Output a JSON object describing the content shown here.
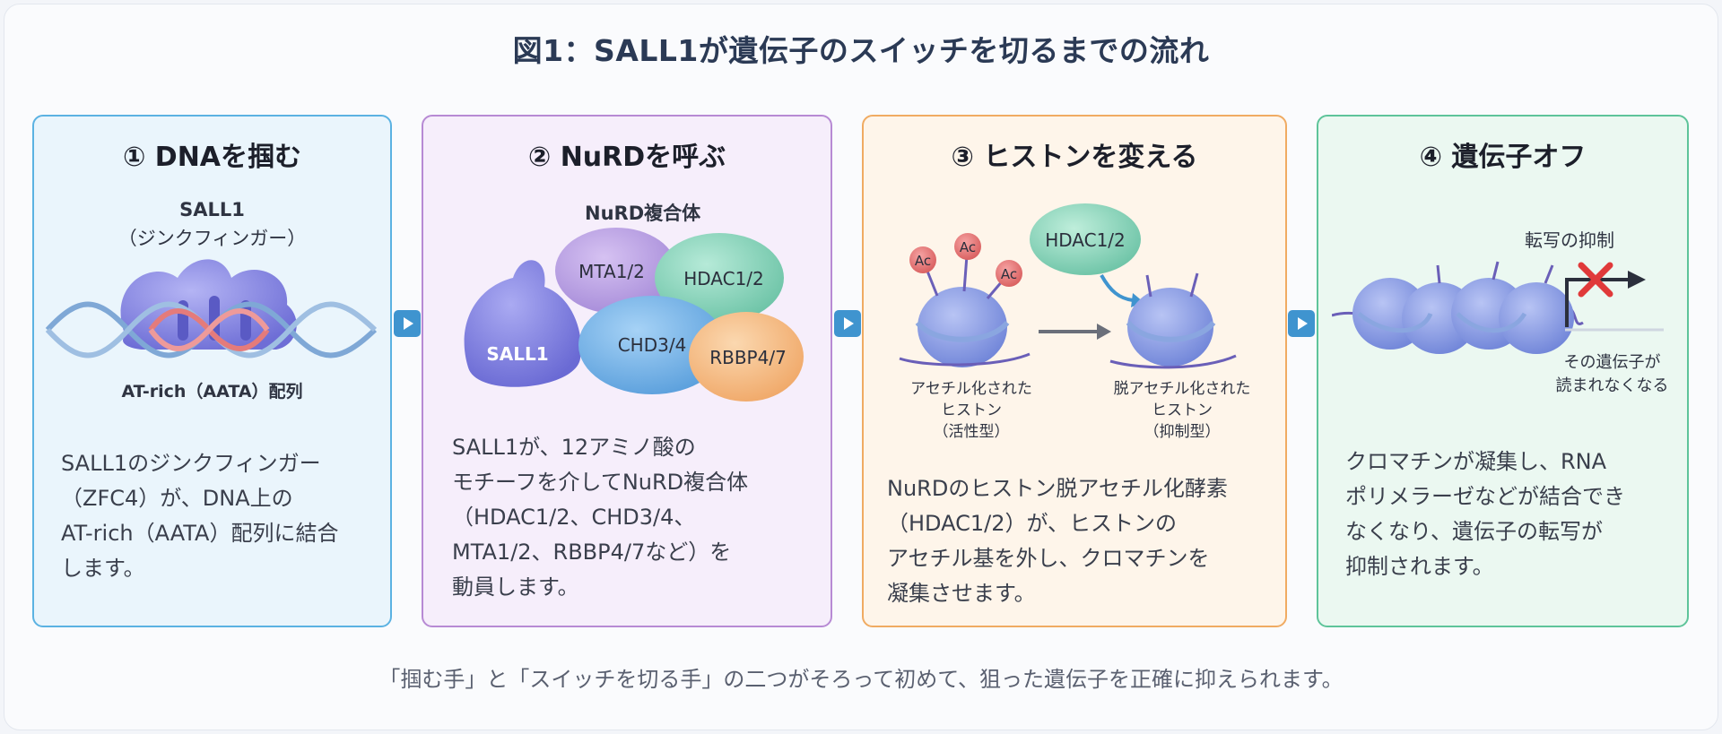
{
  "title": "図1：SALL1が遺伝子のスイッチを切るまでの流れ",
  "footer": "「掴む手」と「スイッチを切る手」の二つがそろって初めて、狙った遺伝子を正確に抑えられます。",
  "panels": [
    {
      "title": "① DNAを掴む",
      "labels": {
        "protein": "SALL1",
        "protein_sub": "（ジンクフィンガー）",
        "dna": "AT-rich（AATA）配列"
      },
      "desc": [
        "SALL1のジンクフィンガー",
        "（ZFC4）が、DNA上の",
        "AT-rich（AATA）配列に結合",
        "します。"
      ]
    },
    {
      "title": "② NuRDを呼ぶ",
      "labels": {
        "complex": "NuRD複合体",
        "sall1": "SALL1",
        "mta": "MTA1/2",
        "hdac": "HDAC1/2",
        "chd": "CHD3/4",
        "rbbp": "RBBP4/7"
      },
      "desc": [
        "SALL1が、12アミノ酸の",
        "モチーフを介してNuRD複合体",
        "（HDAC1/2、CHD3/4、",
        "MTA1/2、RBBP4/7など）を",
        "動員します。"
      ]
    },
    {
      "title": "③ ヒストンを変える",
      "labels": {
        "hdac": "HDAC1/2",
        "ac": "Ac",
        "left": [
          "アセチル化された",
          "ヒストン",
          "（活性型）"
        ],
        "right": [
          "脱アセチル化された",
          "ヒストン",
          "（抑制型）"
        ]
      },
      "desc": [
        "NuRDのヒストン脱アセチル化酵素",
        "（HDAC1/2）が、ヒストンの",
        "アセチル基を外し、クロマチンを",
        "凝集させます。"
      ]
    },
    {
      "title": "④ 遺伝子オフ",
      "labels": {
        "repress": "転写の抑制",
        "note": [
          "その遺伝子が",
          "読まれなくなる"
        ]
      },
      "desc": [
        "クロマチンが凝集し、RNA",
        "ポリメラーゼなどが結合でき",
        "なくなり、遺伝子の転写が",
        "抑制されます。"
      ]
    }
  ],
  "colors": {
    "protein": "#8f8fe6",
    "dna_blue": "#7fa8d6",
    "dna_red": "#e47b7b",
    "flow_arrow": "#3f94cf"
  }
}
